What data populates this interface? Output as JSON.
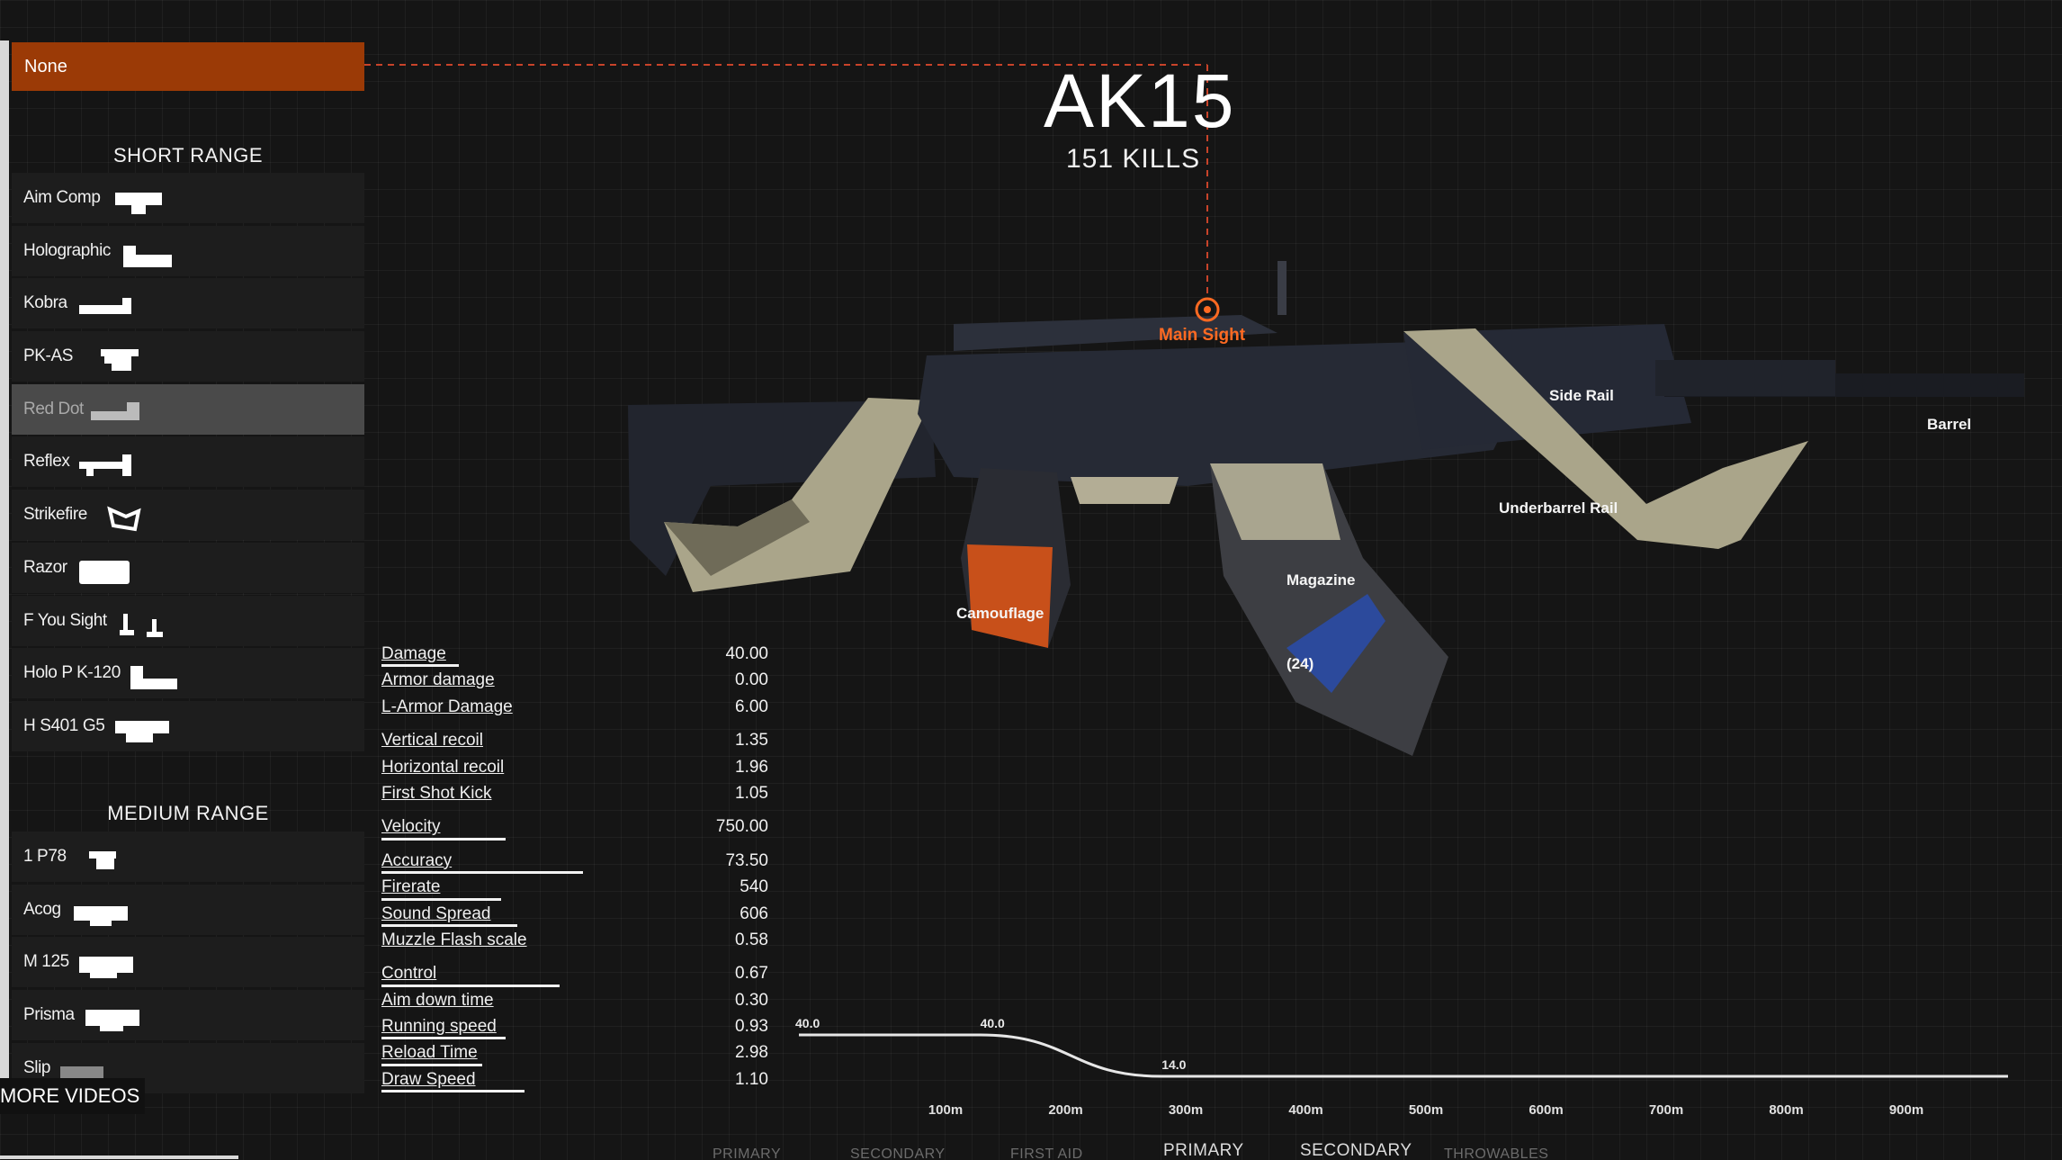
{
  "sidebar": {
    "selected_none": "None",
    "short_range": {
      "title": "SHORT RANGE",
      "items": [
        {
          "label": "Aim Comp",
          "icon": "aim-comp-sight-icon"
        },
        {
          "label": "Holographic",
          "icon": "holographic-sight-icon"
        },
        {
          "label": "Kobra",
          "icon": "kobra-sight-icon"
        },
        {
          "label": "PK-AS",
          "icon": "pk-as-sight-icon"
        },
        {
          "label": "Red Dot",
          "icon": "red-dot-sight-icon"
        },
        {
          "label": "Reflex",
          "icon": "reflex-sight-icon"
        },
        {
          "label": "Strikefire",
          "icon": "strikefire-sight-icon"
        },
        {
          "label": "Razor",
          "icon": "razor-sight-icon"
        },
        {
          "label": "F You Sight",
          "icon": "f-you-sight-icon"
        },
        {
          "label": "Holo P K-120",
          "icon": "holo-pk120-sight-icon"
        },
        {
          "label": "H S401 G5",
          "icon": "hs401g5-sight-icon"
        }
      ]
    },
    "medium_range": {
      "title": "MEDIUM RANGE",
      "items": [
        {
          "label": "1 P78",
          "icon": "1p78-scope-icon"
        },
        {
          "label": "Acog",
          "icon": "acog-scope-icon"
        },
        {
          "label": "M 125",
          "icon": "m125-scope-icon"
        },
        {
          "label": "Prisma",
          "icon": "prisma-scope-icon"
        },
        {
          "label": "Slip",
          "icon": "slip-scope-icon"
        }
      ]
    },
    "more_videos": "MORE VIDEOS"
  },
  "weapon": {
    "name": "AK15",
    "kills": "151 KILLS"
  },
  "attachment_labels": {
    "main_sight": "Main Sight",
    "side_rail": "Side Rail",
    "barrel": "Barrel",
    "underbarrel_rail": "Underbarrel Rail",
    "magazine": "Magazine",
    "magazine_count": "(24)",
    "camouflage": "Camouflage"
  },
  "stats": [
    {
      "name": "Damage",
      "value": "40.00",
      "fill": 0.2
    },
    {
      "name": "Armor damage",
      "value": "0.00",
      "fill": 0
    },
    {
      "name": "L-Armor Damage",
      "value": "6.00",
      "fill": 0
    },
    {
      "name": "Vertical recoil",
      "value": "1.35",
      "fill": 0
    },
    {
      "name": "Horizontal recoil",
      "value": "1.96",
      "fill": 0
    },
    {
      "name": "First Shot Kick",
      "value": "1.05",
      "fill": 0
    },
    {
      "name": "Velocity",
      "value": "750.00",
      "fill": 0.32
    },
    {
      "name": "Accuracy",
      "value": "73.50",
      "fill": 0.52
    },
    {
      "name": "Firerate",
      "value": "540",
      "fill": 0.31
    },
    {
      "name": "Sound Spread",
      "value": "606",
      "fill": 0.35
    },
    {
      "name": "Muzzle Flash scale",
      "value": "0.58",
      "fill": 0
    },
    {
      "name": "Control",
      "value": "0.67",
      "fill": 0.46
    },
    {
      "name": "Aim down time",
      "value": "0.30",
      "fill": 0
    },
    {
      "name": "Running speed",
      "value": "0.93",
      "fill": 0.32
    },
    {
      "name": "Reload Time",
      "value": "2.98",
      "fill": 0.26
    },
    {
      "name": "Draw Speed",
      "value": "1.10",
      "fill": 0.37
    }
  ],
  "chart_data": {
    "type": "line",
    "title": "",
    "xlabel": "",
    "ylabel": "",
    "x_tick_labels": [
      "100m",
      "200m",
      "300m",
      "400m",
      "500m",
      "600m",
      "700m",
      "800m",
      "900m"
    ],
    "series": [
      {
        "x": [
          0,
          150,
          300,
          1000
        ],
        "y": [
          40.0,
          40.0,
          14.0,
          14.0
        ]
      }
    ],
    "data_labels": [
      {
        "x": 0,
        "y": 40.0,
        "text": "40.0"
      },
      {
        "x": 150,
        "y": 40.0,
        "text": "40.0"
      },
      {
        "x": 300,
        "y": 14.0,
        "text": "14.0"
      }
    ],
    "xlim": [
      0,
      1000
    ],
    "ylim": [
      14,
      40
    ],
    "grid": false
  },
  "bottom_tabs": {
    "primary": "PRIMARY",
    "secondary": "SECONDARY"
  },
  "colors": {
    "accent": "#9b3a06",
    "main_sight": "#ff6a22",
    "highlight_row": "#4a4a4a"
  }
}
